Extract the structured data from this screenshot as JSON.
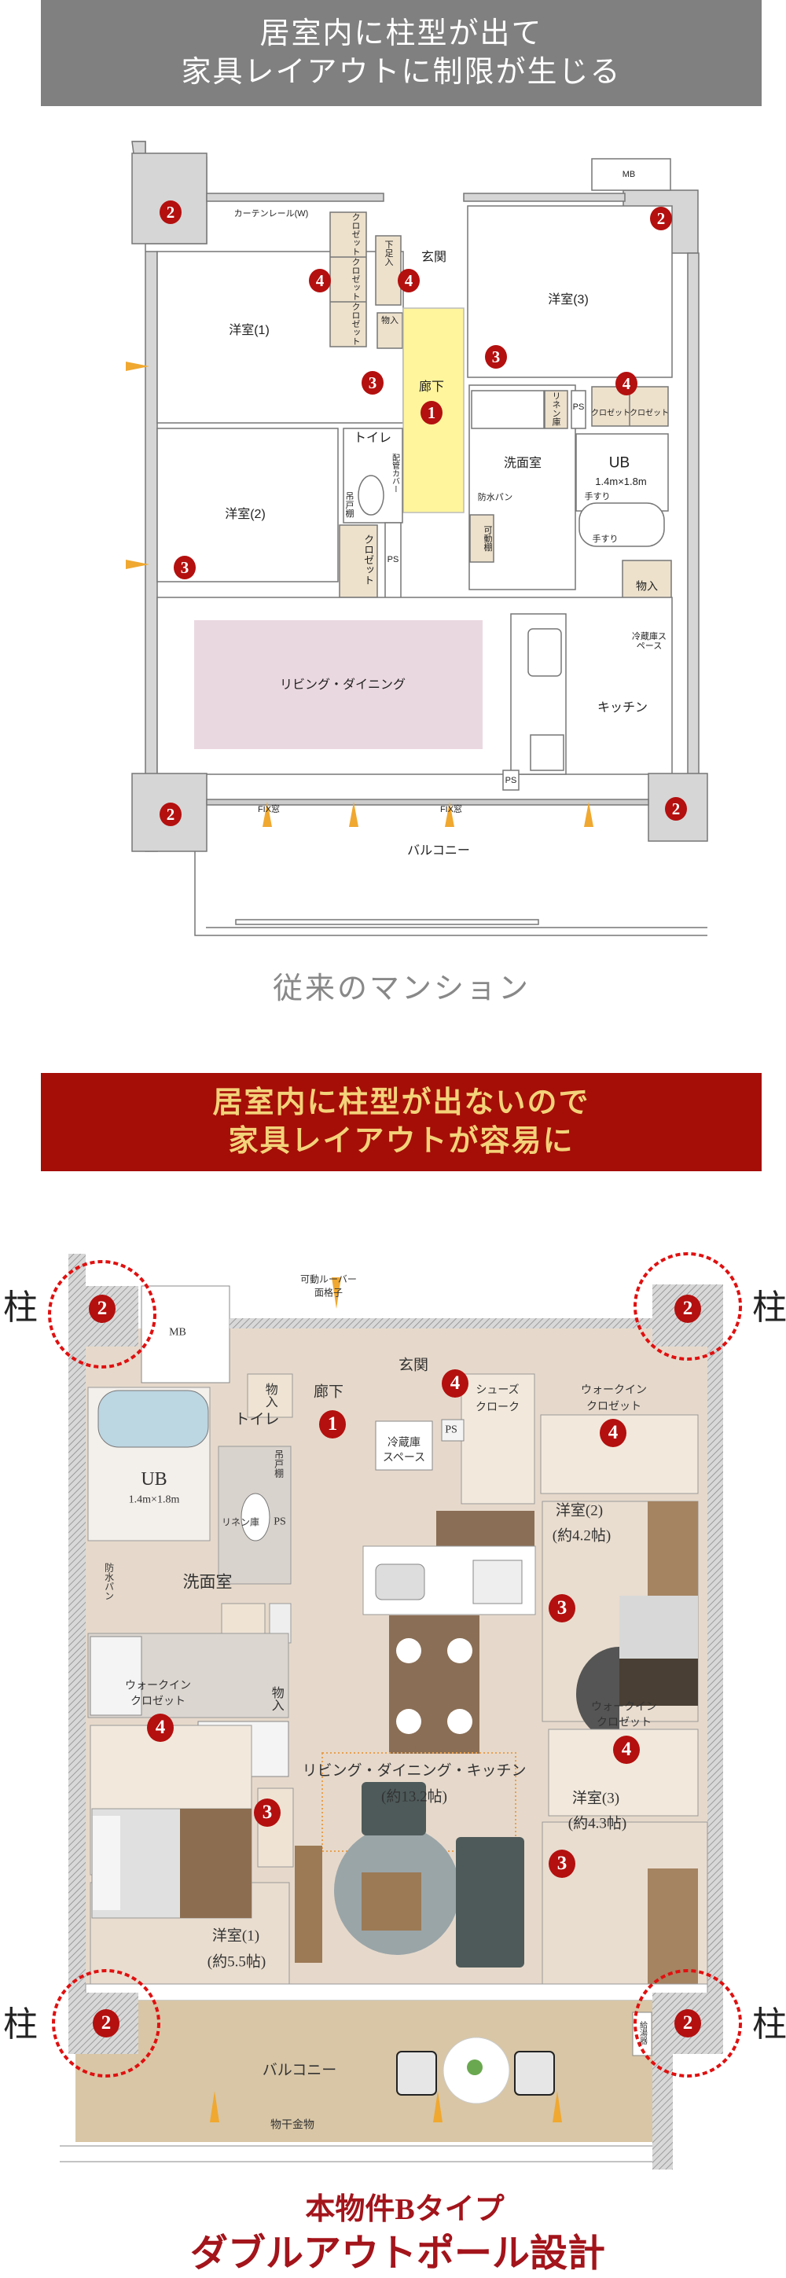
{
  "top_banner": {
    "line1": "居室内に柱型が出て",
    "line2": "家具レイアウトに制限が生じる",
    "color": "#808080"
  },
  "plan_conventional": {
    "curtain_rail": "カーテンレール(W)",
    "room1": "洋室(1)",
    "closet_a": "クロゼット",
    "closet_b": "クロゼット",
    "closet_c": "クロゼット",
    "shoe_box": "下足入",
    "entrance": "玄関",
    "storage1": "物入",
    "room3": "洋室(3)",
    "mb": "MB",
    "hallway": "廊下",
    "linen": "リネン庫",
    "ps1": "PS",
    "closet_d": "クロゼット",
    "closet_e": "クロゼット",
    "toilet": "トイレ",
    "pipe_cover": "配管カバー",
    "washroom": "洗面室",
    "ub": "UB",
    "ub_size": "1.4m×1.8m",
    "handrail1": "手すり",
    "handrail2": "手すり",
    "waterproof_pan": "防水パン",
    "movable_shelf": "可動棚",
    "hanging_shelf": "吊戸棚",
    "room2": "洋室(2)",
    "closet_f": "クロゼット",
    "ps2": "PS",
    "storage2": "物入",
    "fridge_space": "冷蔵庫スペース",
    "living_dining": "リビング・ダイニング",
    "kitchen": "キッチン",
    "ps3": "PS",
    "fix_window1": "FIX窓",
    "fix_window2": "FIX窓",
    "balcony": "バルコニー",
    "markers": [
      "2",
      "2",
      "4",
      "4",
      "3",
      "3",
      "1",
      "4",
      "3",
      "2",
      "2"
    ],
    "caption": "従来のマンション",
    "hallway_color": "#fff59d",
    "living_color": "#ead8e0"
  },
  "red_banner": {
    "line1": "居室内に柱型が出ないので",
    "line2": "家具レイアウトが容易に",
    "color": "#a50e07",
    "text_color": "#f3d27a"
  },
  "plan_b_type": {
    "pillar_label": "柱",
    "mb": "MB",
    "louver_line1": "可動ルーバー",
    "louver_line2": "面格子",
    "storage1": "物入",
    "entrance": "玄関",
    "shoe_cloak_line1": "シューズ",
    "shoe_cloak_line2": "クローク",
    "wic_top_line1": "ウォークイン",
    "wic_top_line2": "クロゼット",
    "hallway": "廊下",
    "toilet": "トイレ",
    "hanging_shelf": "吊戸棚",
    "ub": "UB",
    "ub_size": "1.4m×1.8m",
    "fridge_line1": "冷蔵庫",
    "fridge_line2": "スペース",
    "ps1": "PS",
    "linen": "リネン庫",
    "ps2": "PS",
    "room2": "洋室(2)",
    "room2_size": "(約4.2帖)",
    "waterproof_pan": "防水パン",
    "washroom": "洗面室",
    "wic_left_line1": "ウォークイン",
    "wic_left_line2": "クロゼット",
    "storage2": "物入",
    "wic_right_line1": "ウォークイン",
    "wic_right_line2": "クロゼット",
    "ldk": "リビング・ダイニング・キッチン",
    "ldk_size": "(約13.2帖)",
    "room3": "洋室(3)",
    "room3_size": "(約4.3帖)",
    "room1": "洋室(1)",
    "room1_size": "(約5.5帖)",
    "water_heater": "給湯器",
    "balcony": "バルコニー",
    "drying_hardware": "物干金物",
    "markers": [
      "2",
      "2",
      "4",
      "1",
      "4",
      "3",
      "4",
      "4",
      "3",
      "3",
      "2",
      "2"
    ],
    "highlight_color": "#e01010"
  },
  "bottom_title": {
    "line1": "本物件Bタイプ",
    "line2": "ダブルアウトポール設計",
    "color": "#a3141b"
  }
}
